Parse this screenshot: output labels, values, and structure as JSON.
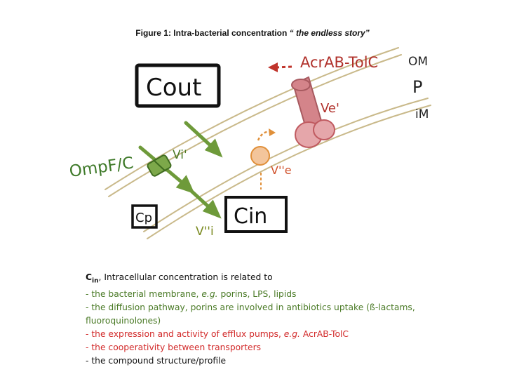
{
  "title": {
    "main": "Figure 1: Intra-bacterial concentration",
    "sub": "“ the endless story”"
  },
  "diagram": {
    "c_out": "Cout",
    "c_in": "Cin",
    "c_p": "Cp",
    "pump_name": "AcrAB-TolC",
    "porin_name": "OmpF/C",
    "layers": {
      "om": "OM",
      "p": "P",
      "im": "iM"
    },
    "rates": {
      "vi1": "Vi'",
      "vi2": "V''i",
      "ve1": "Ve'",
      "ve2": "V''e"
    }
  },
  "caption": {
    "lead_c": "C",
    "lead_sub": "in",
    "lead_rest": ", Intracellular concentration is related to",
    "items": [
      {
        "pre": "- the bacterial membrane, ",
        "em": "e.g.",
        "post": " porins, LPS, lipids",
        "color": "green"
      },
      {
        "pre": "- the diffusion pathway,  porins are involved in antibiotics uptake (ß-lactams, fluoroquinolones)",
        "em": "",
        "post": "",
        "color": "green"
      },
      {
        "pre": "- the expression and activity of efflux pumps, ",
        "em": "e.g.",
        "post": " AcrAB-TolC",
        "color": "red"
      },
      {
        "pre": "- the cooperativity between transporters",
        "em": "",
        "post": "",
        "color": "red"
      },
      {
        "pre": "- the compound structure/profile",
        "em": "",
        "post": "",
        "color": "black"
      }
    ]
  },
  "colors": {
    "membrane": "#c9b98a",
    "green": "#6e9a3a",
    "pump": "#c97a80",
    "orange": "#e0903a",
    "red": "#c0342c"
  }
}
